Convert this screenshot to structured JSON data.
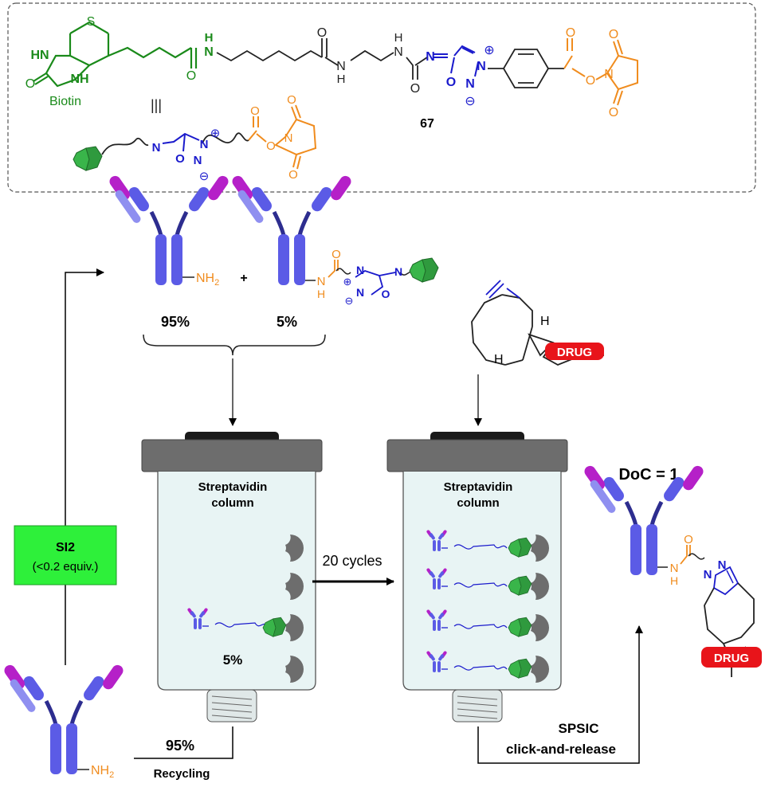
{
  "colors": {
    "biotin": "#1a8a1a",
    "linker": "#222222",
    "sydnone": "#1a1acc",
    "nhs": "#f08c1e",
    "antibody_heavy": "#5b5be6",
    "antibody_light": "#a26ee8",
    "antibody_tip": "#b520c8",
    "pentagon": "#39b54a",
    "column_fill": "#e8f4f4",
    "cap": "#6d6d6d",
    "drug": "#e8141a",
    "si2_box": "#2ef03a"
  },
  "structure": {
    "biotin_label": "Biotin",
    "equiv_symbol": "|||",
    "compound_number": "67",
    "S": "S",
    "HN": "HN",
    "NH": "NH",
    "H": "H",
    "N": "N",
    "O": "O",
    "plus": "⊕",
    "minus": "⊖"
  },
  "top_mix": {
    "nh2": "NH",
    "nh2_sub": "2",
    "plus_sign": "+",
    "pct_unmodified": "95%",
    "pct_modified": "5%"
  },
  "bcn_drug": {
    "drug_label": "DRUG",
    "H_top": "H",
    "H_bottom": "H"
  },
  "column1": {
    "title_line1": "Streptavidin",
    "title_line2": "column",
    "bound_pct": "5%"
  },
  "column2": {
    "title_line1": "Streptavidin",
    "title_line2": "column"
  },
  "cycles_label": "20 cycles",
  "si2_box": {
    "line1": "SI2",
    "line2": "(<0.2 equiv.)"
  },
  "bottom_antibody": {
    "nh2": "NH",
    "nh2_sub": "2"
  },
  "recycling": {
    "pct": "95%",
    "label": "Recycling"
  },
  "release": {
    "line1": "SPSIC",
    "line2": "click-and-release"
  },
  "product": {
    "doc_label": "DoC = 1",
    "drug_label": "DRUG"
  }
}
